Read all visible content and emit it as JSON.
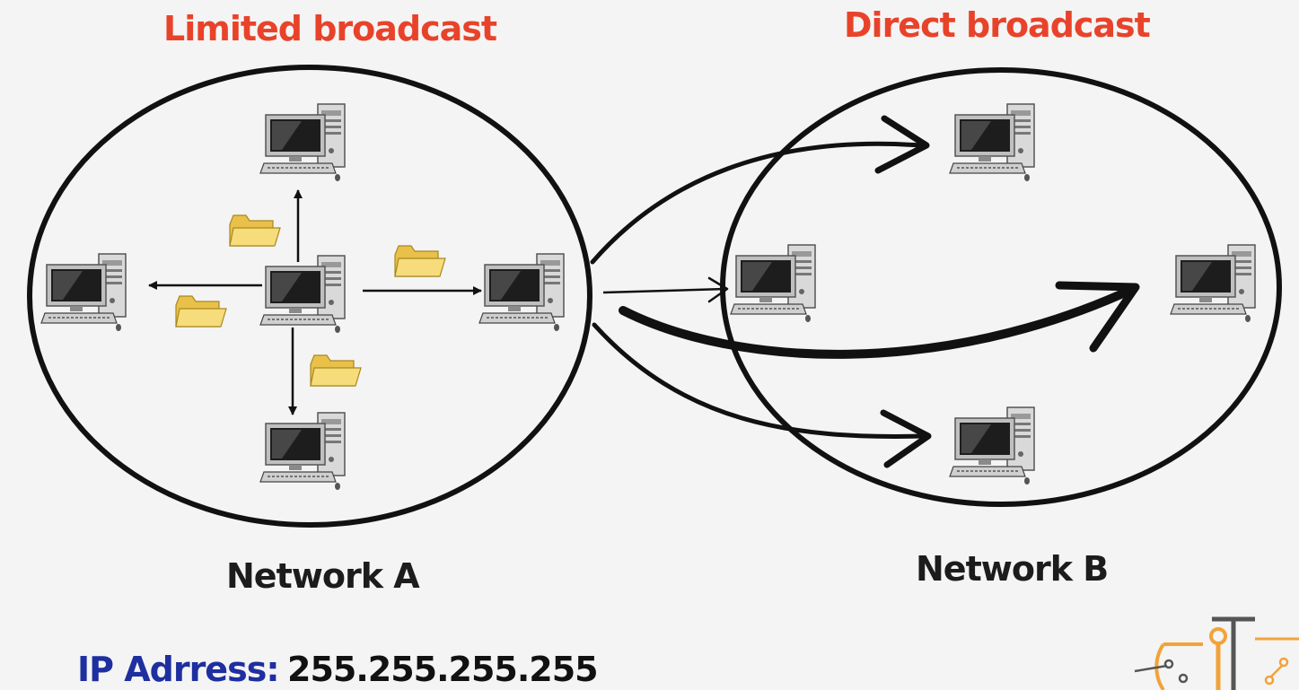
{
  "titles": {
    "limited": "Limited broadcast",
    "direct": "Direct broadcast"
  },
  "networks": {
    "a": "Network A",
    "b": "Network B"
  },
  "ip": {
    "label": "IP Adrress:",
    "value": "255.255.255.255"
  },
  "colors": {
    "title_red": "#e8432a",
    "ip_label_blue": "#1e2fa0",
    "outline": "#111111",
    "folder": "#f6d66a",
    "logo_orange": "#f2a23a"
  },
  "icons": {
    "computer": "desktop-computer-icon",
    "folder": "folder-icon",
    "logo": "network-logo-icon"
  }
}
